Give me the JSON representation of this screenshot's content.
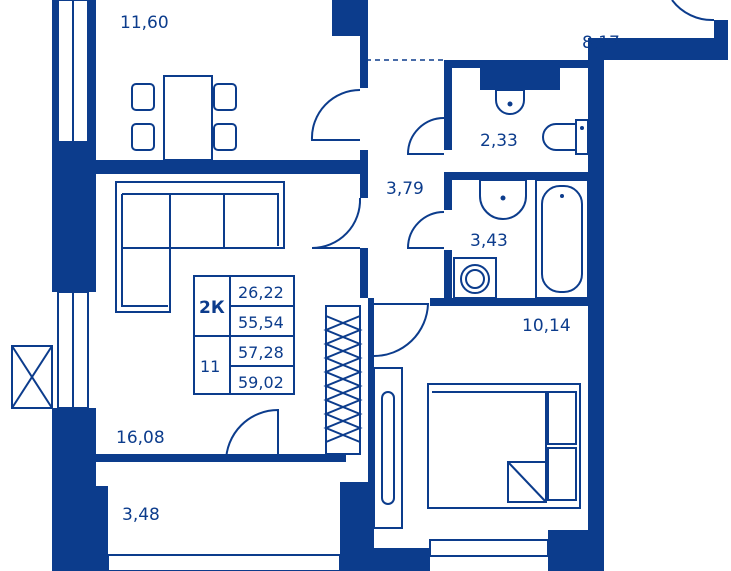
{
  "colors": {
    "wall": "#0c3c8c",
    "background": "#ffffff"
  },
  "rooms": [
    {
      "id": "kitchen",
      "area": "11,60"
    },
    {
      "id": "loggia-top-right",
      "area": "8,17"
    },
    {
      "id": "wc",
      "area": "2,33"
    },
    {
      "id": "hall",
      "area": "3,79"
    },
    {
      "id": "bathroom",
      "area": "3,43"
    },
    {
      "id": "bedroom",
      "area": "10,14"
    },
    {
      "id": "living-room",
      "area": "16,08"
    },
    {
      "id": "balcony",
      "area": "3,48"
    }
  ],
  "legend": {
    "type": "2К",
    "number": "11",
    "living_area": "26,22",
    "total_area": "55,54",
    "total_area_with_balcony": "57,28",
    "total_area_full": "59,02"
  }
}
